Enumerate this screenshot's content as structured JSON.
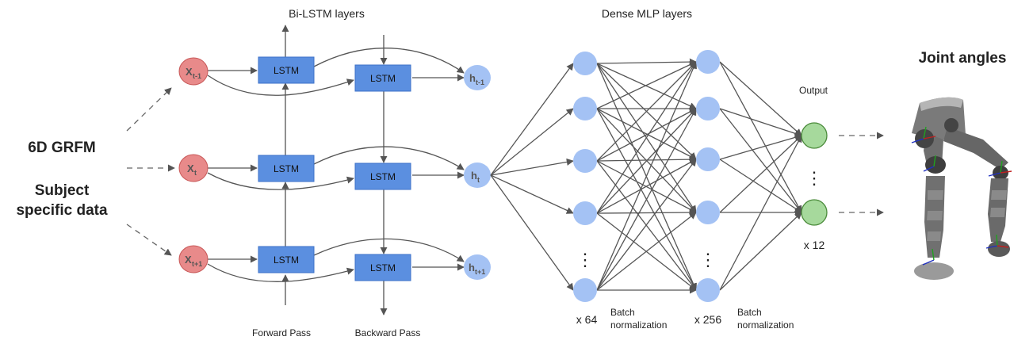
{
  "inputs": {
    "line1": "6D GRFM",
    "line2": "Subject",
    "line3": "specific data"
  },
  "bilstm": {
    "title": "Bi-LSTM layers",
    "cell_label": "LSTM",
    "x_nodes": [
      {
        "main": "X",
        "sub": "t-1"
      },
      {
        "main": "X",
        "sub": "t"
      },
      {
        "main": "X",
        "sub": "t+1"
      }
    ],
    "h_nodes": [
      {
        "main": "h",
        "sub": "t-1"
      },
      {
        "main": "h",
        "sub": "t"
      },
      {
        "main": "h",
        "sub": "t+1"
      }
    ],
    "forward_label": "Forward Pass",
    "backward_label": "Backward Pass"
  },
  "mlp": {
    "title": "Dense MLP layers",
    "layer1_count": "x 64",
    "layer2_count": "x 256",
    "batchnorm1_line1": "Batch",
    "batchnorm1_line2": "normalization",
    "batchnorm2_line1": "Batch",
    "batchnorm2_line2": "normalization",
    "ellipsis": "⋮"
  },
  "output": {
    "label": "Output",
    "count": "x 12",
    "ellipsis": "⋮"
  },
  "result": {
    "title": "Joint angles"
  },
  "colors": {
    "x_node": "#e88a8a",
    "x_node_stroke": "#c85858",
    "h_node": "#a4c2f4",
    "lstm": "#5b8fe0",
    "lstm_stroke": "#3d72c8",
    "mlp_node": "#a4c2f4",
    "out_node": "#a6d99c",
    "out_stroke": "#4a8a3a"
  }
}
